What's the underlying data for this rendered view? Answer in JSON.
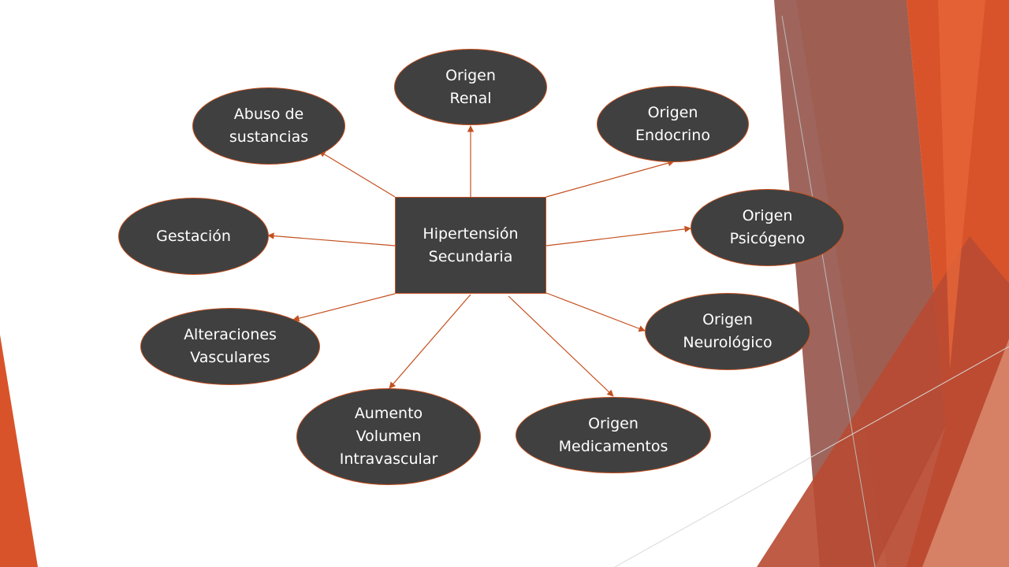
{
  "colors": {
    "node_fill": "#404040",
    "node_border": "#c4501f",
    "connector": "#c4501f",
    "text": "#ffffff",
    "accent_dark": "#8e4a3f",
    "accent_orange": "#d9532a",
    "accent_light": "#f0b8a2"
  },
  "diagram": {
    "center": {
      "label": "Hipertensión\nSecundaria"
    },
    "nodes": [
      {
        "id": "renal",
        "label": "Origen\nRenal"
      },
      {
        "id": "endocrino",
        "label": "Origen\nEndocrino"
      },
      {
        "id": "psicogeno",
        "label": "Origen\nPsicógeno"
      },
      {
        "id": "neurologico",
        "label": "Origen\nNeurológico"
      },
      {
        "id": "medicamentos",
        "label": "Origen\nMedicamentos"
      },
      {
        "id": "volumen",
        "label": "Aumento\nVolumen\nIntravascular"
      },
      {
        "id": "vasculares",
        "label": "Alteraciones\nVasculares"
      },
      {
        "id": "gestacion",
        "label": "Gestación"
      },
      {
        "id": "sustancias",
        "label": "Abuso de\nsustancias"
      }
    ]
  }
}
